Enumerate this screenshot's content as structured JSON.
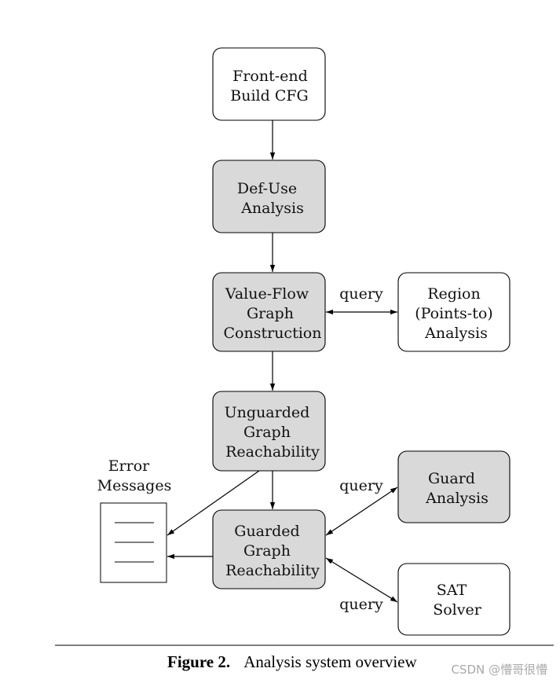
{
  "nodes": {
    "frontend": {
      "lines": [
        "Front-end",
        "Build CFG"
      ]
    },
    "defuse": {
      "lines": [
        "Def-Use",
        "Analysis"
      ]
    },
    "vfg": {
      "lines": [
        "Value-Flow",
        "Graph",
        "Construction"
      ]
    },
    "region": {
      "lines": [
        "Region",
        "(Points-to)",
        "Analysis"
      ]
    },
    "unguarded": {
      "lines": [
        "Unguarded",
        "Graph",
        "Reachability"
      ]
    },
    "guarded": {
      "lines": [
        "Guarded",
        "Graph",
        "Reachability"
      ]
    },
    "guard": {
      "lines": [
        "Guard",
        "Analysis"
      ]
    },
    "sat": {
      "lines": [
        "SAT",
        "Solver"
      ]
    },
    "errors": {
      "lines": [
        "Error",
        "Messages"
      ]
    }
  },
  "edge_labels": {
    "vfg_region": "query",
    "guarded_guard": "query",
    "guarded_sat": "query"
  },
  "caption": {
    "label": "Figure 2.",
    "text": "Analysis system overview"
  },
  "watermark": "CSDN @懵哥很懵"
}
